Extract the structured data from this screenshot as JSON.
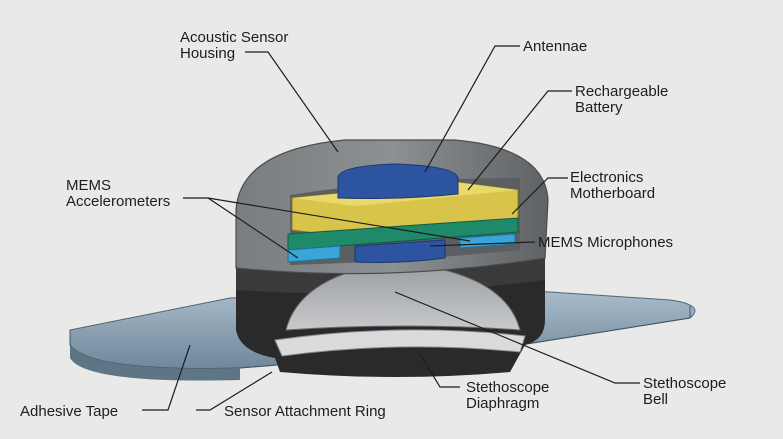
{
  "labels": {
    "acoustic_sensor_housing": [
      "Acoustic Sensor",
      "Housing"
    ],
    "antennae": "Antennae",
    "rechargeable_battery": [
      "Rechargeable",
      "Battery"
    ],
    "electronics_motherboard": [
      "Electronics",
      "Motherboard"
    ],
    "mems_accelerometers": [
      "MEMS",
      "Accelerometers"
    ],
    "mems_microphones": "MEMS Microphones",
    "stethoscope_diaphragm": [
      "Stethoscope",
      "Diaphragm"
    ],
    "stethoscope_bell": [
      "Stethoscope",
      "Bell"
    ],
    "adhesive_tape": "Adhesive Tape",
    "sensor_attachment_ring": "Sensor Attachment Ring"
  },
  "colors": {
    "background": "#e9e9e7",
    "housing": "#6e7173",
    "tape": "#7d95a6",
    "battery": "#d8c44a",
    "antennae": "#2c54a0",
    "motherboard": "#1e8a6a",
    "mems": "#3aa6d8"
  }
}
